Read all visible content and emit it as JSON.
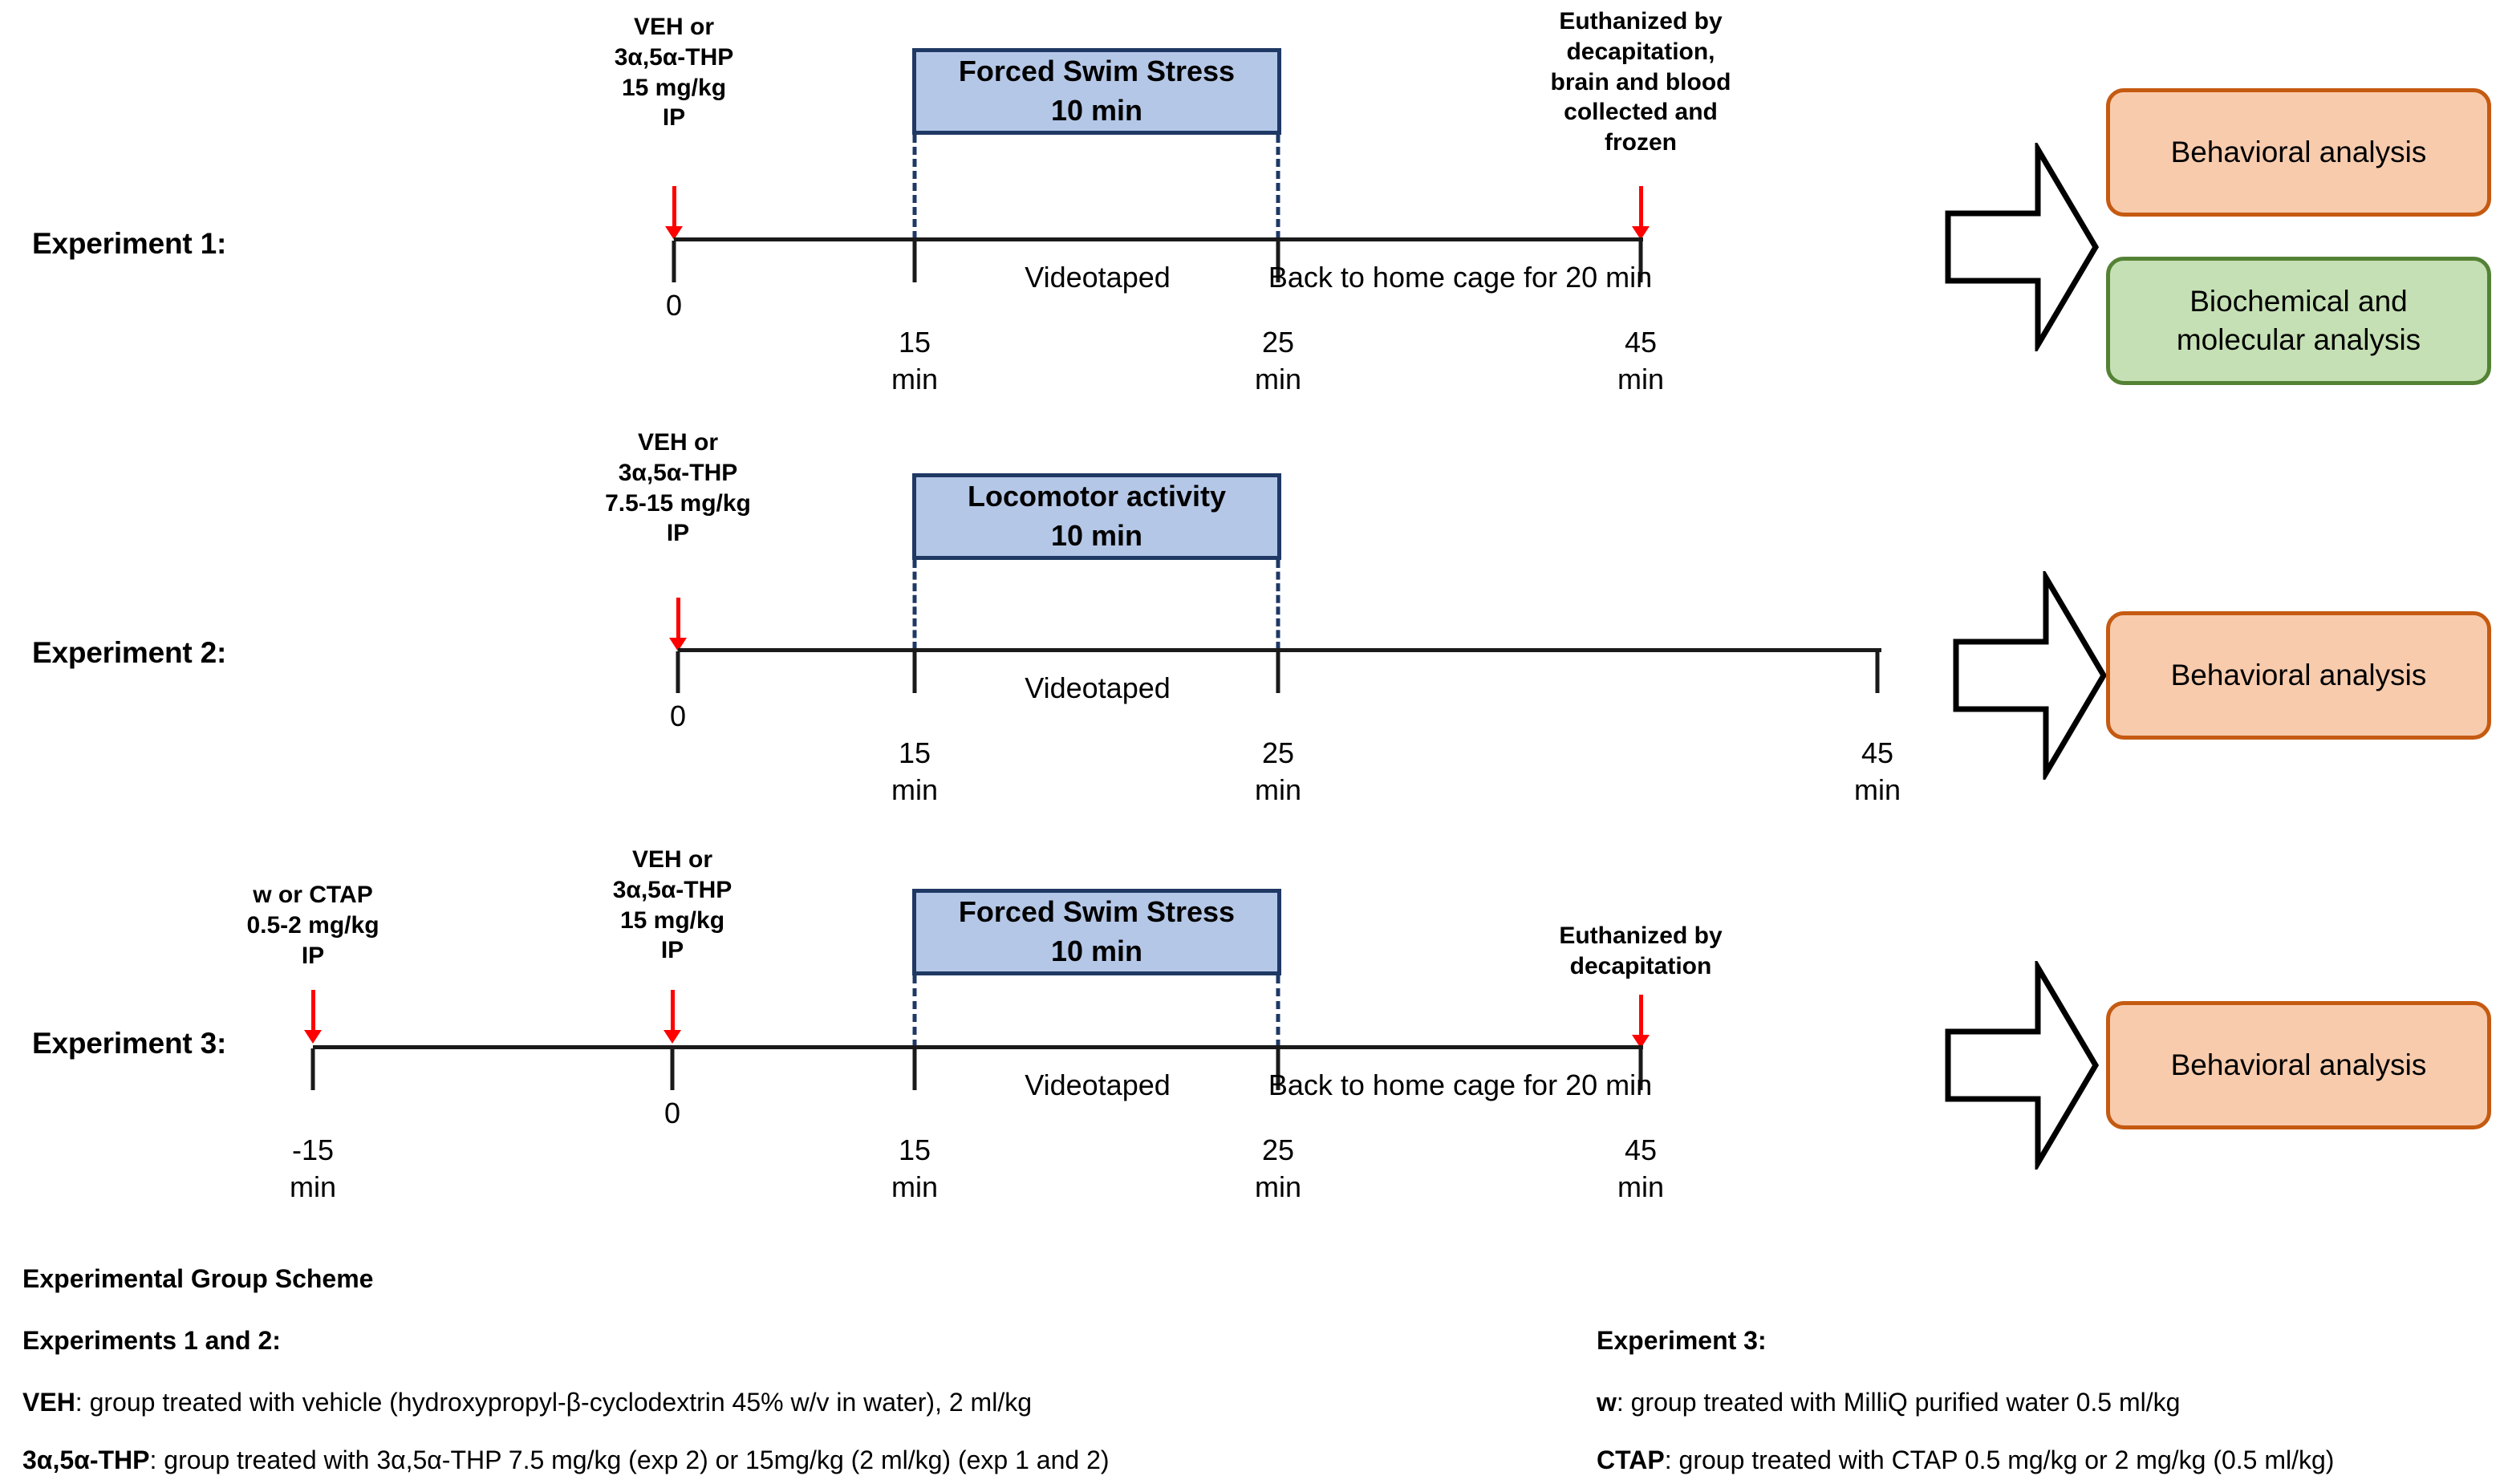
{
  "experiments": [
    {
      "label": "Experiment 1:",
      "drug_annotation": "VEH or\n3α,5α-THP\n15 mg/kg\nIP",
      "task_box": {
        "title": "Forced Swim Stress",
        "duration": "10 min"
      },
      "end_annotation": "Euthanized by\ndecapitation,\nbrain and blood\ncollected and\nfrozen",
      "ticks": [
        {
          "value": "0",
          "unit": "min_hidden"
        },
        {
          "value": "15",
          "unit": "min"
        },
        {
          "value": "25",
          "unit": "min"
        },
        {
          "value": "45",
          "unit": "min"
        }
      ],
      "tick_zero_label": "0",
      "captions": [
        "Videotaped",
        "Back to home cage for 20 min"
      ],
      "results": [
        {
          "text": "Behavioral analysis",
          "style": "orange"
        },
        {
          "text": "Biochemical and\nmolecular analysis",
          "style": "green"
        }
      ]
    },
    {
      "label": "Experiment 2:",
      "drug_annotation": "VEH or\n3α,5α-THP\n7.5-15 mg/kg\nIP",
      "task_box": {
        "title": "Locomotor activity",
        "duration": "10 min"
      },
      "end_annotation": "",
      "ticks": [
        {
          "value": "0",
          "unit": "min_hidden"
        },
        {
          "value": "15",
          "unit": "min"
        },
        {
          "value": "25",
          "unit": "min"
        },
        {
          "value": "45",
          "unit": "min"
        }
      ],
      "captions": [
        "Videotaped"
      ],
      "results": [
        {
          "text": "Behavioral analysis",
          "style": "orange"
        }
      ]
    },
    {
      "label": "Experiment 3:",
      "drug_annotation_1": "w or CTAP\n0.5-2 mg/kg\nIP",
      "drug_annotation_2": "VEH or\n3α,5α-THP\n15 mg/kg\nIP",
      "task_box": {
        "title": "Forced Swim Stress",
        "duration": "10 min"
      },
      "end_annotation": "Euthanized by\ndecapitation",
      "ticks": [
        {
          "value": "-15",
          "unit": "min"
        },
        {
          "value": "0",
          "unit": "min_hidden"
        },
        {
          "value": "15",
          "unit": "min"
        },
        {
          "value": "25",
          "unit": "min"
        },
        {
          "value": "45",
          "unit": "min"
        }
      ],
      "captions": [
        "Videotaped",
        "Back to home cage for 20 min"
      ],
      "results": [
        {
          "text": "Behavioral analysis",
          "style": "orange"
        }
      ]
    }
  ],
  "tick_unit": "min",
  "legend": {
    "title": "Experimental Group Scheme",
    "left": {
      "heading": "Experiments 1 and 2:",
      "entries": [
        {
          "term": "VEH",
          "desc": ": group treated with vehicle (hydroxypropyl-β-cyclodextrin 45% w/v in water), 2 ml/kg"
        },
        {
          "term": "3α,5α-THP",
          "desc": ": group treated with 3α,5α-THP 7.5 mg/kg (exp 2) or 15mg/kg (2 ml/kg) (exp 1 and 2)"
        }
      ]
    },
    "right": {
      "heading": "Experiment 3:",
      "entries": [
        {
          "term": "w",
          "desc": ": group treated with MilliQ purified water 0.5 ml/kg"
        },
        {
          "term": "CTAP",
          "desc": ": group treated with CTAP 0.5 mg/kg or 2 mg/kg (0.5 ml/kg)"
        }
      ]
    }
  },
  "colors": {
    "task_fill": "#B4C7E7",
    "task_border": "#1F3864",
    "orange_fill": "#F8CBAD",
    "orange_border": "#C55A11",
    "green_fill": "#C5E0B4",
    "green_border": "#548235",
    "arrow": "#FF0000",
    "axis": "#1A1A1A"
  }
}
